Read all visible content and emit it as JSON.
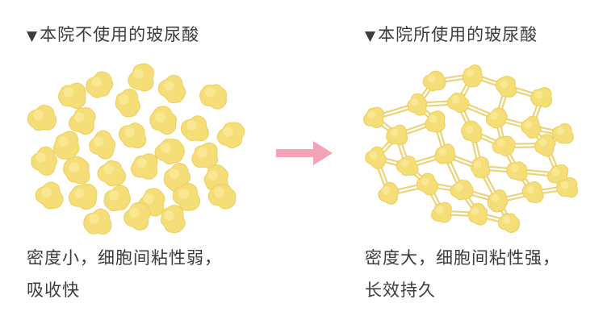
{
  "colors": {
    "blob_fill": "#f5de77",
    "blob_shade": "#eccf5c",
    "link": "#edd37a",
    "arrow": "#f4a2b5",
    "text": "#3c3c3c"
  },
  "left_panel": {
    "marker": "▼",
    "heading": "本院不使用的玻尿酸",
    "caption_line1": "密度小，细胞间粘性弱，",
    "caption_line2": "吸收快"
  },
  "right_panel": {
    "marker": "▼",
    "heading": "本院所使用的玻尿酸",
    "caption_line1": "密度大，细胞间粘性强，",
    "caption_line2": "长效持久"
  },
  "icons": {
    "arrow": "right-arrow-icon"
  }
}
